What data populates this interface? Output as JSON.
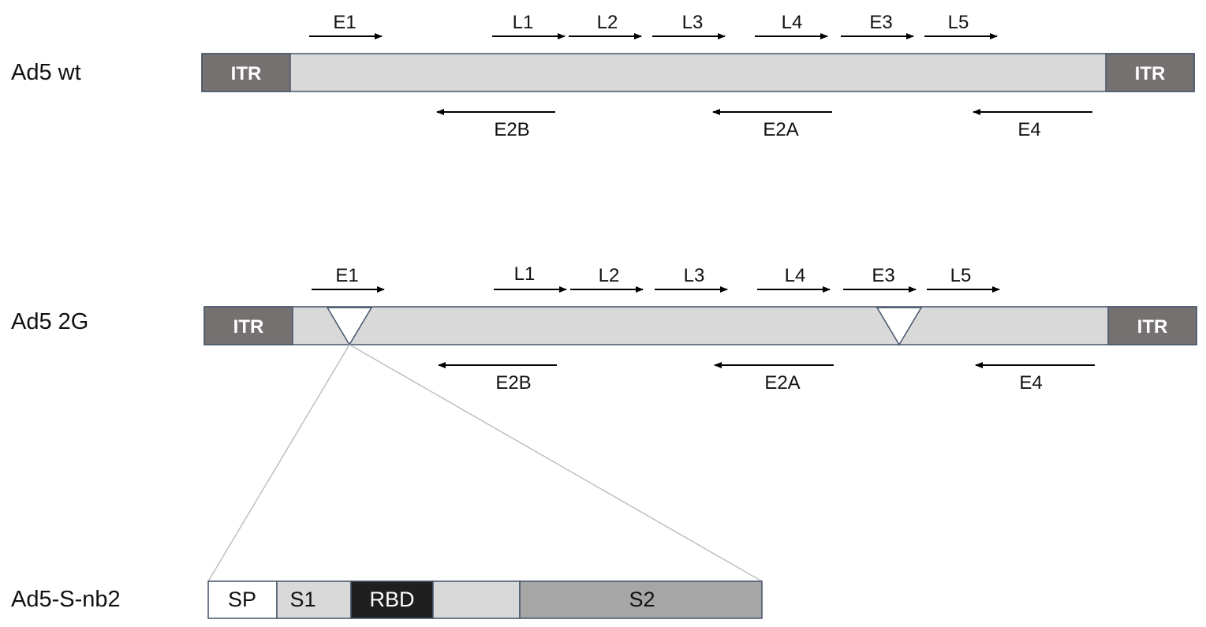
{
  "rows": [
    {
      "label": "Ad5 wt",
      "itr_left": "ITR",
      "itr_right": "ITR",
      "forward_genes": [
        "E1",
        "L1",
        "L2",
        "L3",
        "L4",
        "E3",
        "L5"
      ],
      "reverse_genes": [
        "E2B",
        "E2A",
        "E4"
      ]
    },
    {
      "label": "Ad5 2G",
      "itr_left": "ITR",
      "itr_right": "ITR",
      "forward_genes": [
        "E1",
        "L1",
        "L2",
        "L3",
        "L4",
        "E3",
        "L5"
      ],
      "reverse_genes": [
        "E2B",
        "E2A",
        "E4"
      ],
      "deletions": [
        "E1",
        "E3"
      ]
    }
  ],
  "insert": {
    "label": "Ad5-S-nb2",
    "inserted_at": "E1",
    "segments": [
      {
        "label": "SP",
        "color": "#ffffff",
        "text_color": "#111111"
      },
      {
        "label": "S1",
        "color": "#d9d9d9",
        "text_color": "#111111"
      },
      {
        "label": "RBD",
        "color": "#1f1f1f",
        "text_color": "#ffffff"
      },
      {
        "label": "",
        "color": "#d9d9d9",
        "text_color": "#111111"
      },
      {
        "label": "S2",
        "color": "#a6a6a6",
        "text_color": "#111111"
      }
    ]
  },
  "colors": {
    "itr": "#767171",
    "genome_bar": "#d9d9d9",
    "outline": "#44546a",
    "arrow": "#000000",
    "zoom_line": "#bfbfbf"
  }
}
